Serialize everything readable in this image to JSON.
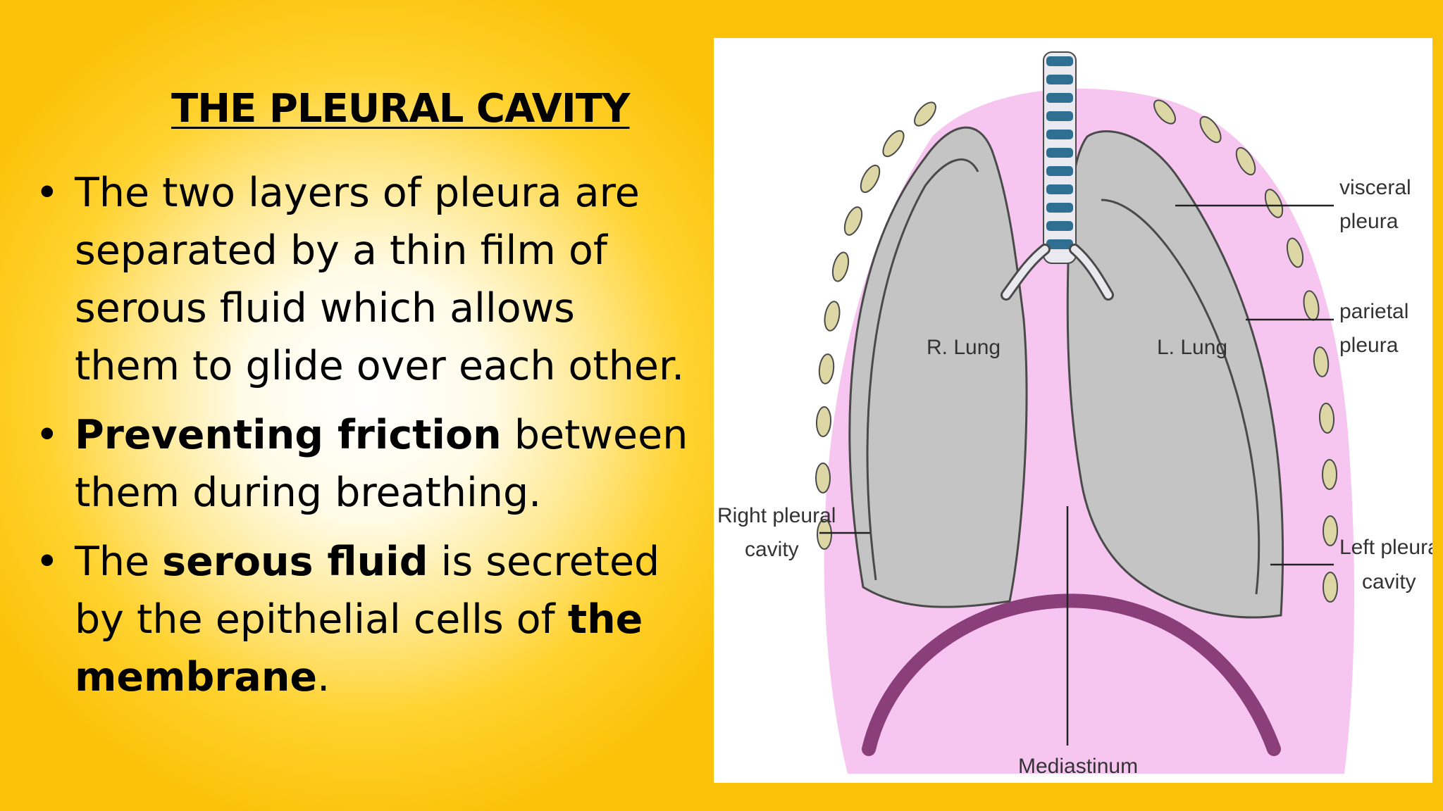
{
  "slide": {
    "title": "THE PLEURAL CAVITY",
    "bullet_symbol": "•",
    "bullets": [
      {
        "segments": [
          {
            "text": "The two layers of pleura are separated by a  thin film of serous fluid which allows them to  glide over each other.",
            "bold": false
          }
        ]
      },
      {
        "segments": [
          {
            "text": "Preventing friction",
            "bold": true
          },
          {
            "text": " between them during  breathing.",
            "bold": false
          }
        ]
      },
      {
        "segments": [
          {
            "text": "The ",
            "bold": false
          },
          {
            "text": "serous fluid",
            "bold": true
          },
          {
            "text": " is secreted by the epithelial  cells of ",
            "bold": false
          },
          {
            "text": "the membrane",
            "bold": true
          },
          {
            "text": ".",
            "bold": false
          }
        ]
      }
    ]
  },
  "diagram": {
    "labels": {
      "r_lung": "R. Lung",
      "l_lung": "L. Lung",
      "visceral_line1": "visceral",
      "visceral_line2": "pleura",
      "parietal_line1": "parietal",
      "parietal_line2": "pleura",
      "right_cavity_line1": "Right pleural",
      "right_cavity_line2": "cavity",
      "left_cavity_line1": "Left pleural",
      "left_cavity_line2": "cavity",
      "mediastinum": "Mediastinum"
    },
    "colors": {
      "pleural_space": "#f7c6f0",
      "lung": "#c4c4c4",
      "outline": "#4a4a4a",
      "diaphragm": "#8a3f7a",
      "rib": "#dcd7a4",
      "vertebra": "#2e6f92"
    }
  }
}
